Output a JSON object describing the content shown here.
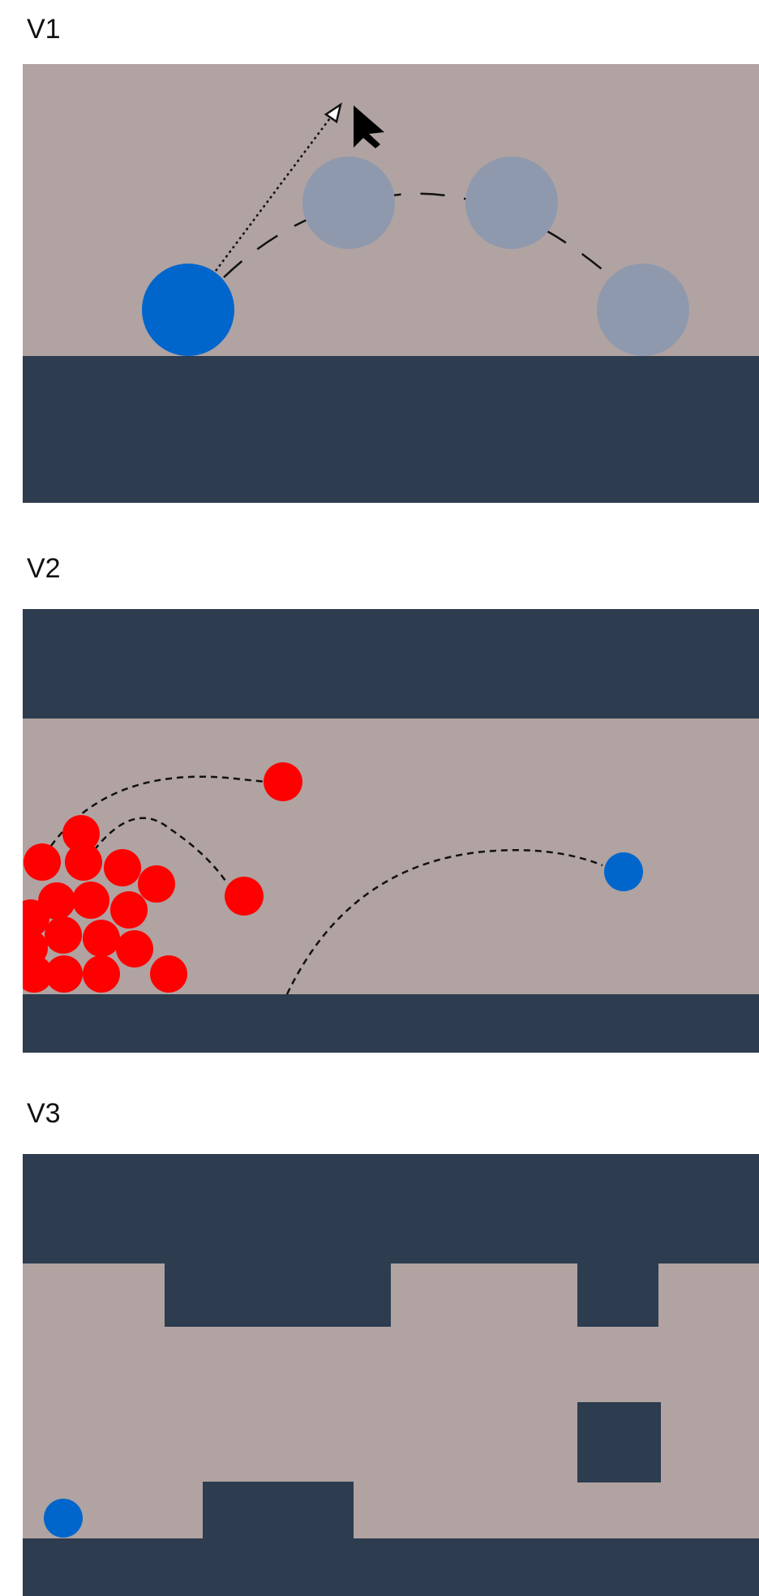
{
  "panels": [
    {
      "id": "v1",
      "label": "V1"
    },
    {
      "id": "v2",
      "label": "V2"
    },
    {
      "id": "v3",
      "label": "V3"
    }
  ],
  "colors": {
    "background": "#b0a3a2",
    "wall": "#2d3c4f",
    "player": "#0066cc",
    "ghost": "#8f99ae",
    "enemy": "#ff0000",
    "trajectory": "#111111",
    "cursor": "#000000"
  },
  "icons": {
    "cursor": "mouse-pointer-icon"
  }
}
